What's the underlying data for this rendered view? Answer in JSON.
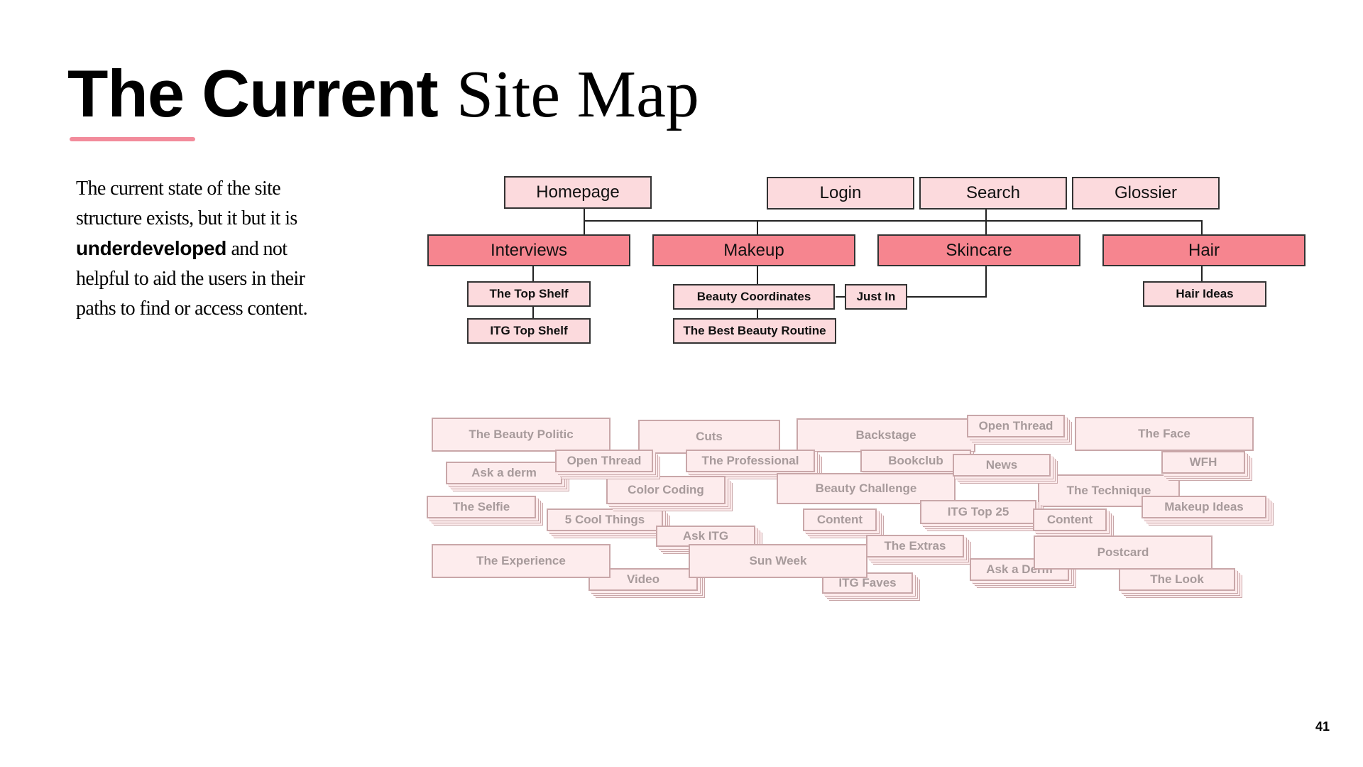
{
  "title": {
    "bold": "The Current",
    "regular": "Site Map"
  },
  "description": {
    "before": "The current state of the site structure exists, but it but it is ",
    "emphasis": "underdeveloped",
    "after": " and not helpful to aid the users in their paths to find or access content."
  },
  "sitemap": {
    "top_nodes": [
      "Homepage",
      "Login",
      "Search",
      "Glossier"
    ],
    "categories": [
      "Interviews",
      "Makeup",
      "Skincare",
      "Hair"
    ],
    "interviews_children": [
      "The Top Shelf",
      "ITG Top Shelf"
    ],
    "makeup_children": [
      "Beauty Coordinates",
      "The Best Beauty Routine"
    ],
    "skincare_children": [
      "Just In"
    ],
    "hair_children": [
      "Hair Ideas"
    ]
  },
  "unorganized_pages": [
    "The Beauty Politic",
    "Cuts",
    "Backstage",
    "Open Thread",
    "The Face",
    "Ask a derm",
    "Open Thread",
    "The Professional",
    "Bookclub",
    "News",
    "WFH",
    "Color Coding",
    "Beauty Challenge",
    "The Technique",
    "The Selfie",
    "ITG Top 25",
    "Makeup Ideas",
    "5 Cool Things",
    "Content",
    "Content",
    "Ask ITG",
    "The Extras",
    "Postcard",
    "The Experience",
    "Sun Week",
    "Ask a Derm",
    "Video",
    "ITG Faves",
    "The Look"
  ],
  "page_number": "41",
  "colors": {
    "accent": "#f28b9b",
    "category_fill": "#f6858f",
    "node_fill": "#fcdadd",
    "ghost_fill": "#fdeced"
  }
}
